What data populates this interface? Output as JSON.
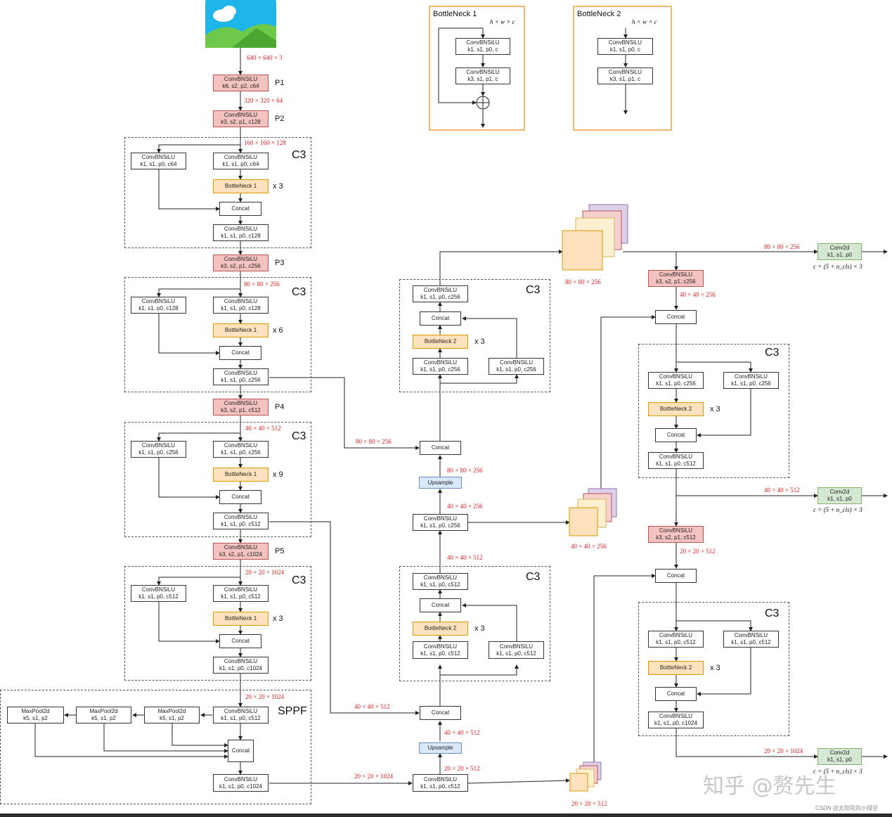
{
  "blocks": [
    {
      "id": "p1",
      "l1": "ConvBNSiLU",
      "l2": "k6, s2, p2, c64",
      "c": "red"
    },
    {
      "id": "p2",
      "l1": "ConvBNSiLU",
      "l2": "k3, s2, p1, c128",
      "c": "red"
    },
    {
      "id": "c31_a",
      "l1": "ConvBNSiLU",
      "l2": "k1, s1, p0, c64"
    },
    {
      "id": "c31_b",
      "l1": "ConvBNSiLU",
      "l2": "k1, s1, p0, c64"
    },
    {
      "id": "c31_bn",
      "l1": "BottleNeck 1",
      "l2": "",
      "c": "ora"
    },
    {
      "id": "c31_cat",
      "l1": "Concat",
      "l2": ""
    },
    {
      "id": "c31_out",
      "l1": "ConvBNSiLU",
      "l2": "k1, s1, p0, c128"
    },
    {
      "id": "p3",
      "l1": "ConvBNSiLU",
      "l2": "k3, s2, p1, c256",
      "c": "red"
    },
    {
      "id": "c32_a",
      "l1": "ConvBNSiLU",
      "l2": "k1, s1, p0, c128"
    },
    {
      "id": "c32_b",
      "l1": "ConvBNSiLU",
      "l2": "k1, s1, p0, c128"
    },
    {
      "id": "c32_bn",
      "l1": "BottleNeck 1",
      "l2": "",
      "c": "ora"
    },
    {
      "id": "c32_cat",
      "l1": "Concat",
      "l2": ""
    },
    {
      "id": "c32_out",
      "l1": "ConvBNSiLU",
      "l2": "k1, s1, p0, c256"
    },
    {
      "id": "p4",
      "l1": "ConvBNSiLU",
      "l2": "k3, s2, p1, c512",
      "c": "red"
    },
    {
      "id": "c33_a",
      "l1": "ConvBNSiLU",
      "l2": "k1, s1, p0, c256"
    },
    {
      "id": "c33_b",
      "l1": "ConvBNSiLU",
      "l2": "k1, s1, p0, c256"
    },
    {
      "id": "c33_bn",
      "l1": "BottleNeck 1",
      "l2": "",
      "c": "ora"
    },
    {
      "id": "c33_cat",
      "l1": "Concat",
      "l2": ""
    },
    {
      "id": "c33_out",
      "l1": "ConvBNSiLU",
      "l2": "k1, s1, p0, c512"
    },
    {
      "id": "p5",
      "l1": "ConvBNSiLU",
      "l2": "k3, s2, p1, c1024",
      "c": "red"
    },
    {
      "id": "c34_a",
      "l1": "ConvBNSiLU",
      "l2": "k1, s1, p0, c512"
    },
    {
      "id": "c34_b",
      "l1": "ConvBNSiLU",
      "l2": "k1, s1, p0, c512"
    },
    {
      "id": "c34_bn",
      "l1": "BottleNeck 1",
      "l2": "",
      "c": "ora"
    },
    {
      "id": "c34_cat",
      "l1": "Concat",
      "l2": ""
    },
    {
      "id": "c34_out",
      "l1": "ConvBNSiLU",
      "l2": "k1, s1, p0, c1024"
    },
    {
      "id": "sp_in",
      "l1": "ConvBNSiLU",
      "l2": "k1, s1, p0, c512"
    },
    {
      "id": "mp1",
      "l1": "MaxPool2d",
      "l2": "k5, s1, p2"
    },
    {
      "id": "mp2",
      "l1": "MaxPool2d",
      "l2": "k5, s1, p2"
    },
    {
      "id": "mp3",
      "l1": "MaxPool2d",
      "l2": "k5, s1, p2"
    },
    {
      "id": "sp_cat",
      "l1": "Concat",
      "l2": ""
    },
    {
      "id": "sp_out",
      "l1": "ConvBNSiLU",
      "l2": "k1, s1, p0, c1024"
    },
    {
      "id": "n_conv1",
      "l1": "ConvBNSiLU",
      "l2": "k1, s1, p0, c512"
    },
    {
      "id": "n_up1",
      "l1": "Upsample",
      "l2": "",
      "c": "blu"
    },
    {
      "id": "n_cat1",
      "l1": "Concat",
      "l2": ""
    },
    {
      "id": "n5_a",
      "l1": "ConvBNSiLU",
      "l2": "k1, s1, p0, c512"
    },
    {
      "id": "n5_b",
      "l1": "ConvBNSiLU",
      "l2": "k1, s1, p0, c512"
    },
    {
      "id": "n5_bn",
      "l1": "BottleNeck 2",
      "l2": "",
      "c": "ora"
    },
    {
      "id": "n5_cat",
      "l1": "Concat",
      "l2": ""
    },
    {
      "id": "n5_out",
      "l1": "ConvBNSiLU",
      "l2": "k1, s1, p0, c512"
    },
    {
      "id": "n_conv2",
      "l1": "ConvBNSiLU",
      "l2": "k1, s1, p0, c256"
    },
    {
      "id": "n_up2",
      "l1": "Upsample",
      "l2": "",
      "c": "blu"
    },
    {
      "id": "n_cat2",
      "l1": "Concat",
      "l2": ""
    },
    {
      "id": "n6_a",
      "l1": "ConvBNSiLU",
      "l2": "k1, s1, p0, c256"
    },
    {
      "id": "n6_b",
      "l1": "ConvBNSiLU",
      "l2": "k1, s1, p0, c256"
    },
    {
      "id": "n6_bn",
      "l1": "BottleNeck 2",
      "l2": "",
      "c": "ora"
    },
    {
      "id": "n6_cat",
      "l1": "Concat",
      "l2": ""
    },
    {
      "id": "n6_out",
      "l1": "ConvBNSiLU",
      "l2": "k1, s1, p0, c256"
    },
    {
      "id": "r_down1",
      "l1": "ConvBNSiLU",
      "l2": "k3, s2, p1, c256",
      "c": "red"
    },
    {
      "id": "r_cat1",
      "l1": "Concat",
      "l2": ""
    },
    {
      "id": "r7_a",
      "l1": "ConvBNSiLU",
      "l2": "k1, s1, p0, c256"
    },
    {
      "id": "r7_b",
      "l1": "ConvBNSiLU",
      "l2": "k1, s1, p0, c256"
    },
    {
      "id": "r7_bn",
      "l1": "BottleNeck 2",
      "l2": "",
      "c": "ora"
    },
    {
      "id": "r7_cat",
      "l1": "Concat",
      "l2": ""
    },
    {
      "id": "r7_out",
      "l1": "ConvBNSiLU",
      "l2": "k1, s1, p0, c512"
    },
    {
      "id": "r_down2",
      "l1": "ConvBNSiLU",
      "l2": "k3, s2, p1, c512",
      "c": "red"
    },
    {
      "id": "r_cat2",
      "l1": "Concat",
      "l2": ""
    },
    {
      "id": "r8_a",
      "l1": "ConvBNSiLU",
      "l2": "k1, s1, p0, c512"
    },
    {
      "id": "r8_b",
      "l1": "ConvBNSiLU",
      "l2": "k1, s1, p0, c512"
    },
    {
      "id": "r8_bn",
      "l1": "BottleNeck 2",
      "l2": "",
      "c": "ora"
    },
    {
      "id": "r8_cat",
      "l1": "Concat",
      "l2": ""
    },
    {
      "id": "r8_out",
      "l1": "ConvBNSiLU",
      "l2": "k1, s1, p0, c1024"
    },
    {
      "id": "head1",
      "l1": "Conv2d",
      "l2": "k1, s1, p0",
      "c": "grn"
    },
    {
      "id": "head2",
      "l1": "Conv2d",
      "l2": "k1, s1, p0",
      "c": "grn"
    },
    {
      "id": "head3",
      "l1": "Conv2d",
      "l2": "k1, s1, p0",
      "c": "grn"
    },
    {
      "id": "bn1_a",
      "l1": "ConvBNSiLU",
      "l2": "k1, s1, p0, c"
    },
    {
      "id": "bn1_b",
      "l1": "ConvBNSiLU",
      "l2": "k3, s1, p1, c"
    },
    {
      "id": "bn2_a",
      "l1": "ConvBNSiLU",
      "l2": "k1, s1, p0, c"
    },
    {
      "id": "bn2_b",
      "l1": "ConvBNSiLU",
      "l2": "k3, s1, p1, c"
    }
  ],
  "labels": {
    "p1": "P1",
    "p2": "P2",
    "p3": "P3",
    "p4": "P4",
    "p5": "P5",
    "c3": "C3",
    "sppf": "SPPF",
    "x3": "x 3",
    "x6": "x 6",
    "x9": "x 9",
    "bottleneck1_title": "BottleNeck 1",
    "bottleneck2_title": "BottleNeck 2",
    "hwc": "h × w × c",
    "head_formula": "c = (5 + n_cls) × 3",
    "head_formula_partial": "c = (5 + n_cls) × 3"
  },
  "dims": {
    "in": "640 × 640 × 3",
    "d320": "320 × 320 × 64",
    "d160": "160 × 160 × 128",
    "d80": "80 × 80 × 256",
    "d40": "40 × 40 × 512",
    "d20": "20 × 20 × 1024",
    "d20s": "20 × 20 × 1024",
    "n_d20": "20 × 20 × 1024",
    "n_d20_512": "20 × 20 × 512",
    "n_d40_512_a": "40 × 40 × 512",
    "n_d40_512_b": "40 × 40 × 512",
    "n_d40_512_c": "40 × 40 × 512",
    "n_d40_256": "40 × 40 × 256",
    "n_d80_256_a": "80 × 80 × 256",
    "n_d80_256_b": "80 × 80 × 256",
    "fm80": "80 × 80 × 256",
    "fm40": "40 × 40 × 256",
    "fm20": "20 × 20 × 512",
    "r_d80": "80 × 80 × 256",
    "r_d40_256": "40 × 40 × 256",
    "r_d40_512": "40 × 40 × 512",
    "r_d20_512": "20 × 20 × 512",
    "r_d20_1024": "20 × 20 × 1024"
  },
  "watermark": "知乎 @赘先生",
  "csdn": "CSDN @太阳花的小绿豆",
  "colors": {
    "red": "#f4c2c0",
    "orange": "#fde2bd",
    "blue": "#dae8fc",
    "green": "#d5e8d4",
    "dim_text": "#e02020",
    "bottleneck_border": "#f2b66d"
  }
}
